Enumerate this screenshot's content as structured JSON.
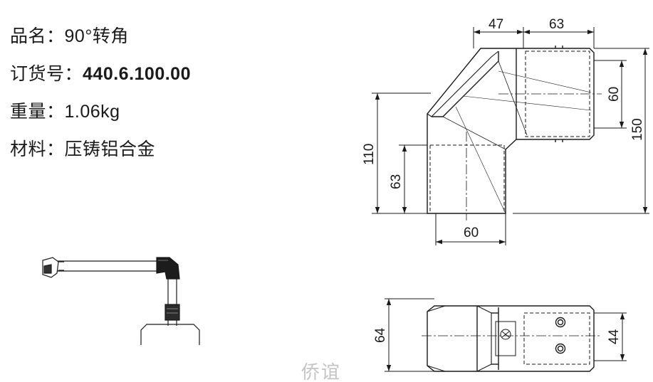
{
  "specs": {
    "name_label": "品名：",
    "name_value": "90°转角",
    "order_label": "订货号：",
    "order_value": "440.6.100.00",
    "weight_label": "重量：",
    "weight_value": "1.06kg",
    "material_label": "材料：",
    "material_value": "压铸铝合金"
  },
  "dimensions": {
    "top_left_width": "47",
    "top_right_width": "63",
    "right_inner_height": "60",
    "right_total_height": "150",
    "left_total_height": "110",
    "left_inner_height": "63",
    "bottom_width": "60",
    "bottom_view_height": "64",
    "bottom_view_inner": "44"
  },
  "watermark": "侨谊"
}
